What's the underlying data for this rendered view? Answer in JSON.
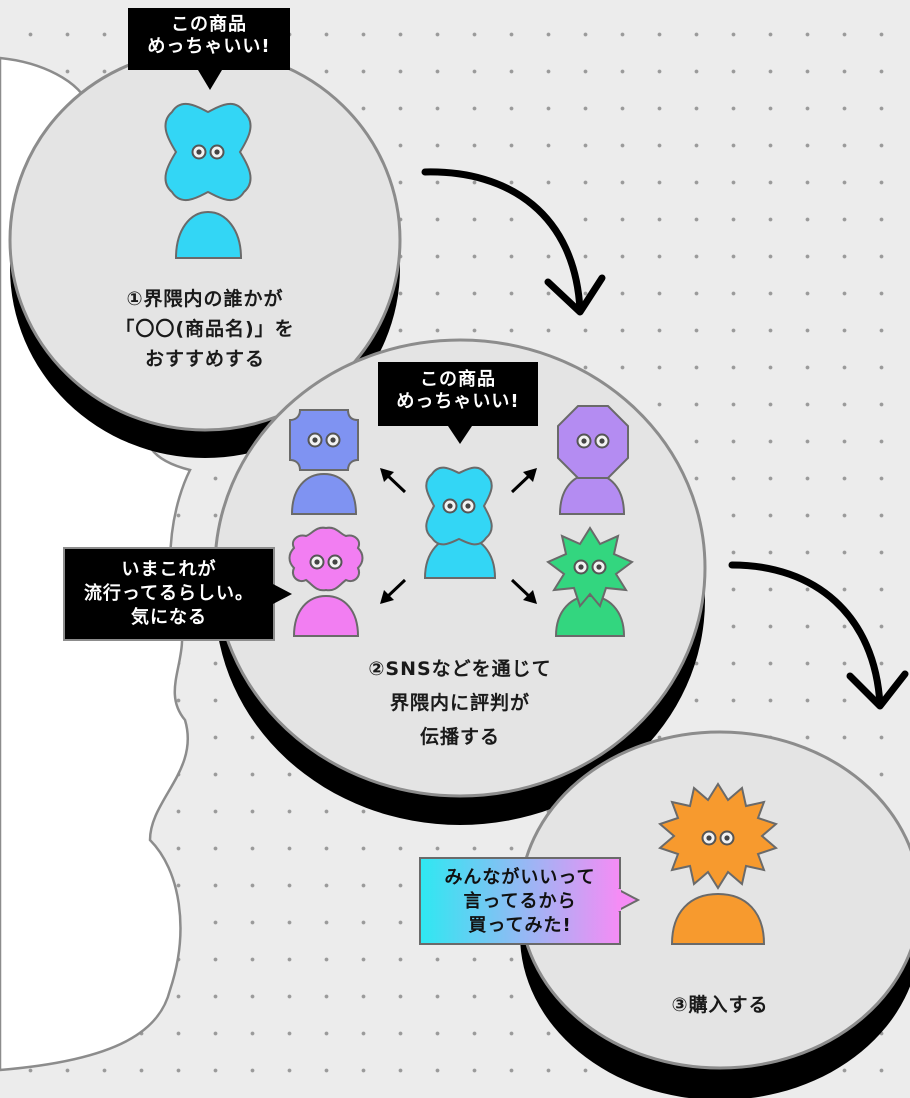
{
  "steps": [
    {
      "number": "①",
      "lines": [
        "①界隈内の誰かが",
        "「〇〇(商品名)」を",
        "おすすめする"
      ],
      "bubble": [
        "この商品",
        "めっちゃいい!"
      ]
    },
    {
      "number": "②",
      "lines": [
        "②SNSなどを通じて",
        "界隈内に評判が",
        "伝播する"
      ],
      "bubble": [
        "この商品",
        "めっちゃいい!"
      ],
      "side_bubble": [
        "いまこれが",
        "流行ってるらしい。",
        "気になる"
      ]
    },
    {
      "number": "③",
      "lines": [
        "③購入する"
      ],
      "bubble": [
        "みんながいいって",
        "言ってるから",
        "買ってみた!"
      ]
    }
  ],
  "colors": {
    "background": "#ececec",
    "circle_fill": "#e4e4e4",
    "circle_stroke": "#8c8c8c",
    "shadow": "#000000",
    "person_cyan": "#33d6f5",
    "person_blue": "#7f93f2",
    "person_purple": "#b48cf2",
    "person_pink": "#f27ef2",
    "person_green": "#33d67f",
    "person_orange": "#f79a2e",
    "bubble_dark": "#000000",
    "bubble_gradient_start": "#2ee8f2",
    "bubble_gradient_end": "#f58cf5"
  },
  "icons": [
    "curved-arrow-icon",
    "diagonal-arrow-icon",
    "person-icon",
    "speech-bubble-icon"
  ]
}
